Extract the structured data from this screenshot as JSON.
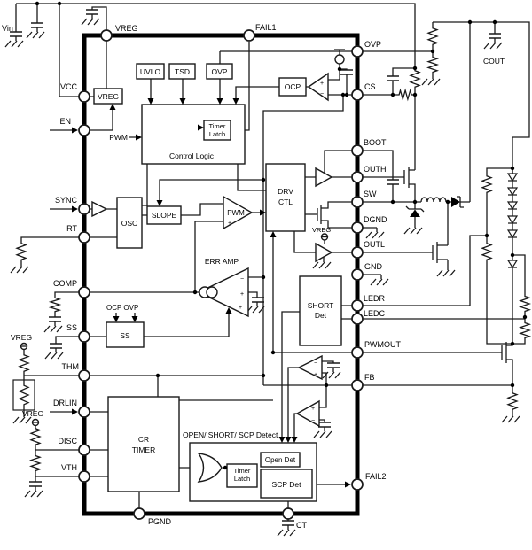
{
  "colors": {
    "ink": "#000000",
    "background": "#ffffff"
  },
  "pins": {
    "vin": "Vin",
    "vreg": "VREG",
    "fail1": "FAIL1",
    "ovp": "OVP",
    "cs": "CS",
    "boot": "BOOT",
    "outh": "OUTH",
    "sw": "SW",
    "dgnd": "DGND",
    "outl": "OUTL",
    "gnd": "GND",
    "ledr": "LEDR",
    "ledc": "LEDC",
    "pwmout": "PWMOUT",
    "fb": "FB",
    "fail2": "FAIL2",
    "ct": "CT",
    "pgnd": "PGND",
    "vcc": "VCC",
    "en": "EN",
    "sync": "SYNC",
    "rt": "RT",
    "comp": "COMP",
    "ss": "SS",
    "thm": "THM",
    "drlin": "DRLIN",
    "disc": "DISC",
    "vth": "VTH"
  },
  "blocks": {
    "vreg_internal": "VREG",
    "uvlo": "UVLO",
    "tsd": "TSD",
    "ovp": "OVP",
    "control_logic": "Control Logic",
    "timer_latch_line1": "Timer",
    "timer_latch_line2": "Latch",
    "pwm_signal": "PWM",
    "ocp": "OCP",
    "osc": "OSC",
    "slope": "SLOPE",
    "pwm_comparator": "PWM",
    "err_amp": "ERR AMP",
    "ocp_ovp": "OCP OVP",
    "soft_start": "SS",
    "short_det_line1": "SHORT",
    "short_det_line2": "Det",
    "drv_ctl_line1": "DRV",
    "drv_ctl_line2": "CTL",
    "vreg_driver": "VREG",
    "vreg_thm": "VREG",
    "vreg_disc": "VREG",
    "cr_timer_line1": "CR",
    "cr_timer_line2": "TIMER",
    "detect_title": "OPEN/ SHORT/ SCP Detect",
    "open_det": "Open Det",
    "scp_det": "SCP Det",
    "cout": "COUT"
  },
  "sym": {
    "plus": "+",
    "minus": "−"
  }
}
